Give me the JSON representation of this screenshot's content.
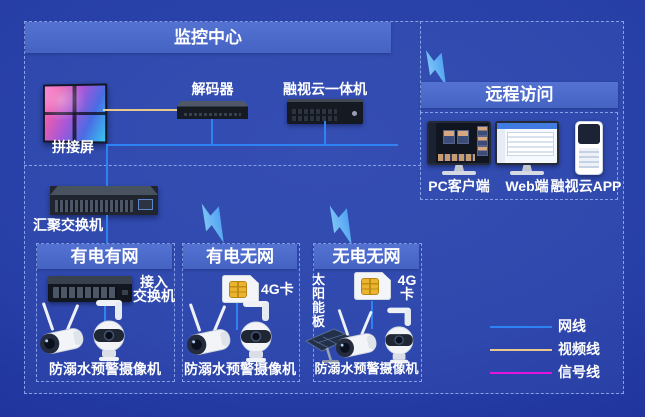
{
  "monitoring_center": {
    "title": "监控中心",
    "wall_label": "拼接屏",
    "decoder_label": "解码器",
    "appliance_label": "融视云一体机",
    "switch_label": "汇聚交换机"
  },
  "remote_access": {
    "title": "远程访问",
    "clients": [
      {
        "label": "PC客户端"
      },
      {
        "label": "Web端"
      },
      {
        "label": "融视云APP"
      }
    ]
  },
  "scenarios": [
    {
      "title": "有电有网",
      "device_label": "接入\n交换机",
      "camera_label": "防溺水预警摄像机"
    },
    {
      "title": "有电无网",
      "device_label": "4G卡",
      "camera_label": "防溺水预警摄像机"
    },
    {
      "title": "无电无网",
      "device_label": "4G\n卡",
      "solar_label": "太阳能板",
      "camera_label": "防溺水预警摄像机"
    }
  ],
  "legend": {
    "items": [
      {
        "label": "网线",
        "color": "#2f82f1"
      },
      {
        "label": "视频线",
        "color": "#e9c88f"
      },
      {
        "label": "信号线",
        "color": "#e513dd"
      }
    ]
  }
}
